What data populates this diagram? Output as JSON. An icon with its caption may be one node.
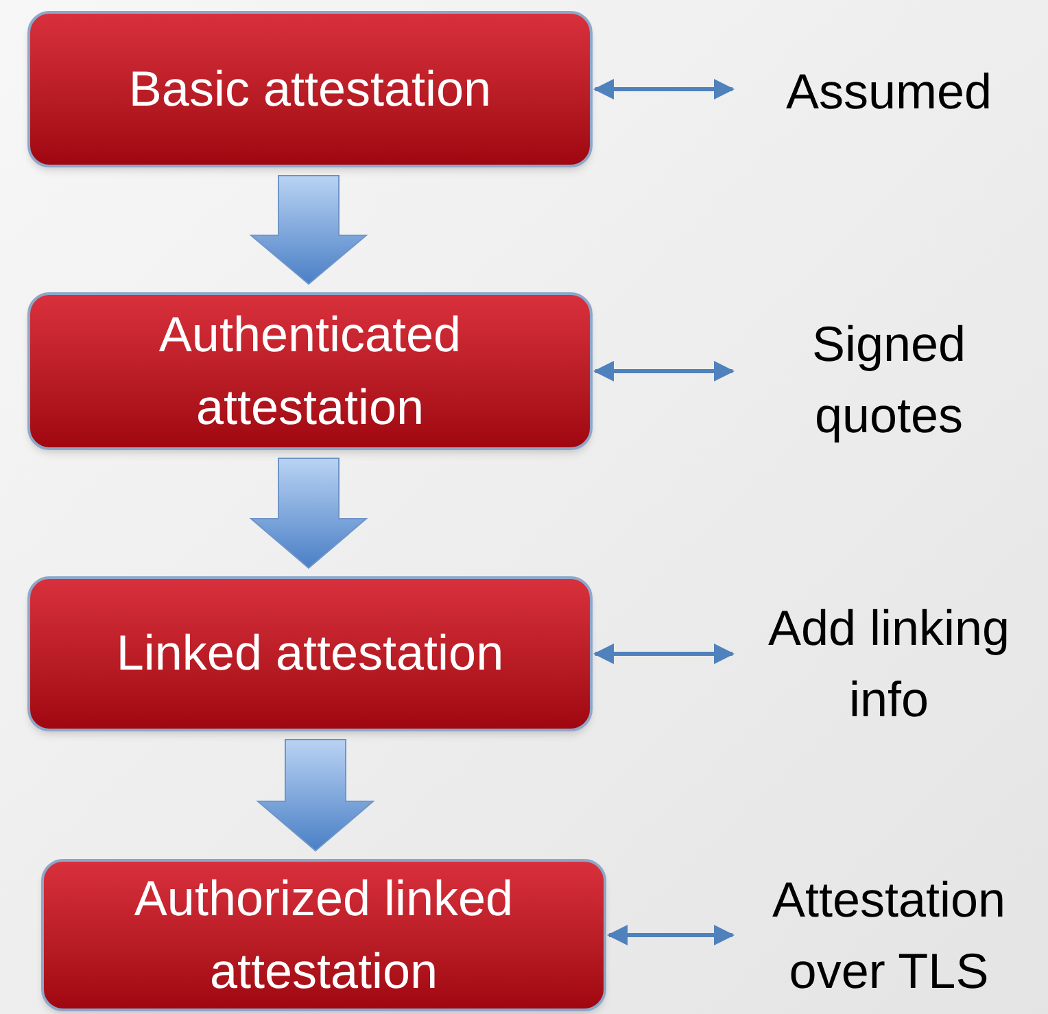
{
  "diagram": {
    "nodes": [
      {
        "text": [
          "Basic attestation"
        ]
      },
      {
        "text": [
          "Assumed"
        ]
      },
      {
        "text": [
          "Authenticated attestation"
        ]
      },
      {
        "text": [
          "Signed quotes"
        ]
      },
      {
        "text": [
          "Linked attestation"
        ]
      },
      {
        "text": [
          "Add linking info"
        ]
      },
      {
        "text": [
          "Authorized linked attestation"
        ]
      },
      {
        "text": [
          "Attestation over TLS"
        ]
      }
    ],
    "edges": [
      {
        "from": 0,
        "to": 2,
        "arrow": "to",
        "style": "thick"
      },
      {
        "from": 2,
        "to": 4,
        "arrow": "to",
        "style": "thick"
      },
      {
        "from": 4,
        "to": 6,
        "arrow": "to",
        "style": "thick"
      },
      {
        "from": 0,
        "to": 1,
        "arrow": "both"
      },
      {
        "from": 2,
        "to": 3,
        "arrow": "both"
      },
      {
        "from": 4,
        "to": 5,
        "arrow": "both"
      },
      {
        "from": 6,
        "to": 7,
        "arrow": "both"
      }
    ]
  }
}
